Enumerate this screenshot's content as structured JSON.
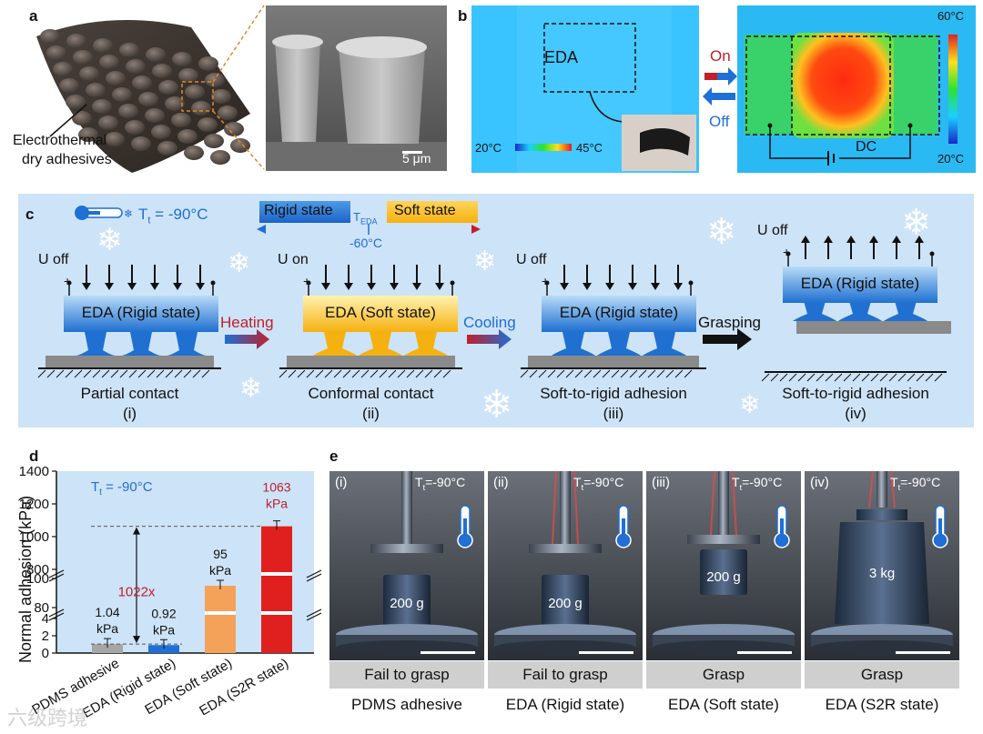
{
  "panel_a": {
    "label": "a",
    "annotation_line1": "Electrothermal",
    "annotation_line2": "dry adhesives",
    "scale_bar": "5 μm"
  },
  "panel_b": {
    "label": "b",
    "eda_label": "EDA",
    "scale_min": "20°C",
    "scale_max": "45°C",
    "on_label": "On",
    "off_label": "Off",
    "scale2_max": "60°C",
    "scale2_min": "20°C",
    "dc_label": "DC"
  },
  "panel_c": {
    "label": "c",
    "temp_prefix": "T",
    "temp_sub": "t",
    "temp_value": " = -90°C",
    "rigid_state": "Rigid state",
    "soft_state": "Soft state",
    "teda_main": "T",
    "teda_sub": "EDA",
    "teda_value": "-60°C",
    "steps": [
      {
        "voltage": "U off",
        "eda": "EDA (Rigid state)",
        "caption": "Partial contact",
        "roman": "(i)"
      },
      {
        "voltage": "U on",
        "eda": "EDA (Soft state)",
        "caption": "Conformal contact",
        "roman": "(ii)"
      },
      {
        "voltage": "U off",
        "eda": "EDA (Rigid state)",
        "caption": "Soft-to-rigid adhesion",
        "roman": "(iii)"
      },
      {
        "voltage": "U off",
        "eda": "EDA (Rigid state)",
        "caption": "Soft-to-rigid adhesion",
        "roman": "(iv)"
      }
    ],
    "heating": "Heating",
    "cooling": "Cooling",
    "grasping": "Grasping",
    "plus": "+",
    "minus": "-"
  },
  "panel_d": {
    "label": "d",
    "temp_text": "T",
    "temp_sub": "t",
    "temp_value": " = -90°C",
    "fold_label": "1022x",
    "chart_data": {
      "type": "bar",
      "categories": [
        "PDMS adhesive",
        "EDA (Rigid state)",
        "EDA (Soft state)",
        "EDA (S2R state)"
      ],
      "values": [
        1.04,
        0.92,
        95,
        1063
      ],
      "value_labels": [
        "1.04",
        "0.92",
        "95",
        "1063"
      ],
      "unit_label": "kPa",
      "ylabel": "Normal adhesion (kPa)",
      "yticks": [
        "0",
        "2",
        "4",
        "80",
        "100",
        "800",
        "1000",
        "1200",
        "1400"
      ],
      "broken_axis": true,
      "colors": [
        "#a6a6a6",
        "#1f6fd6",
        "#f4a25a",
        "#e0201f"
      ]
    }
  },
  "panel_e": {
    "label": "e",
    "photos": [
      {
        "roman": "(i)",
        "temp": "T",
        "sub": "t",
        "val": "=-90°C",
        "weight": "200 g",
        "result": "Fail to grasp",
        "name": "PDMS adhesive"
      },
      {
        "roman": "(ii)",
        "temp": "T",
        "sub": "t",
        "val": "=-90°C",
        "weight": "200 g",
        "result": "Fail to grasp",
        "name": "EDA (Rigid state)"
      },
      {
        "roman": "(iii)",
        "temp": "T",
        "sub": "t",
        "val": "=-90°C",
        "weight": "200 g",
        "result": "Grasp",
        "name": "EDA (Soft state)"
      },
      {
        "roman": "(iv)",
        "temp": "T",
        "sub": "t",
        "val": "=-90°C",
        "weight": "3 kg",
        "result": "Grasp",
        "name": "EDA (S2R state)"
      }
    ]
  },
  "watermark": "六级跨境"
}
